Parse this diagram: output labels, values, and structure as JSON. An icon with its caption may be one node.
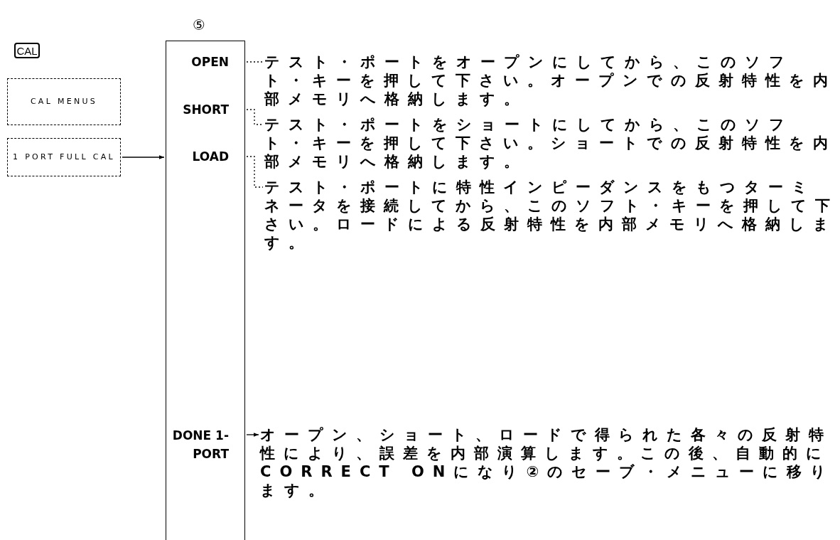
{
  "diagram": {
    "nodes": [
      {
        "text": [
          "CAL"
        ]
      },
      {
        "text": [
          "CAL MENUS"
        ]
      },
      {
        "text": [
          "1 PORT FULL CAL"
        ]
      },
      {
        "text": [],
        "shape": "box",
        "beside": [
          "⑤"
        ]
      },
      {
        "text": [
          "OPEN"
        ],
        "in": 3
      },
      {
        "text": [
          "SHORT"
        ],
        "in": 3
      },
      {
        "text": [
          "LOAD"
        ],
        "in": 3
      },
      {
        "text": [
          "DONE 1-PORT"
        ],
        "in": 3
      },
      {
        "text": [
          "テスト・ポートをオープンにしてから、このソフト・キーを押して下さい。オープンでの反射特性を内部メモリへ格納します。"
        ]
      },
      {
        "text": [
          "テスト・ポートをショートにしてから、このソフト・キーを押して下さい。ショートでの反射特性を内部メモリへ格納します。"
        ]
      },
      {
        "text": [
          "テスト・ポートに特性インピーダンスをもつターミネータを接続してから、このソフト・キーを押して下さい。ロードによる反射特性を内部メモリへ格納します。"
        ]
      },
      {
        "text": [
          "オープン、ショート、ロードで得られた各々の反射特性により、誤差を内部演算します。この後、自動的にCORRECT ONになり②のセーブ・メニューに移ります。"
        ]
      }
    ],
    "edges": [
      {
        "from": 2,
        "to": 3,
        "arrow": "to"
      },
      {
        "from": 4,
        "to": 8,
        "arrow": "none",
        "style": "dashed"
      },
      {
        "from": 5,
        "to": 9,
        "arrow": "none",
        "style": "dashed"
      },
      {
        "from": 6,
        "to": 10,
        "arrow": "none",
        "style": "dashed"
      },
      {
        "from": 7,
        "to": 11,
        "arrow": "to"
      }
    ]
  }
}
